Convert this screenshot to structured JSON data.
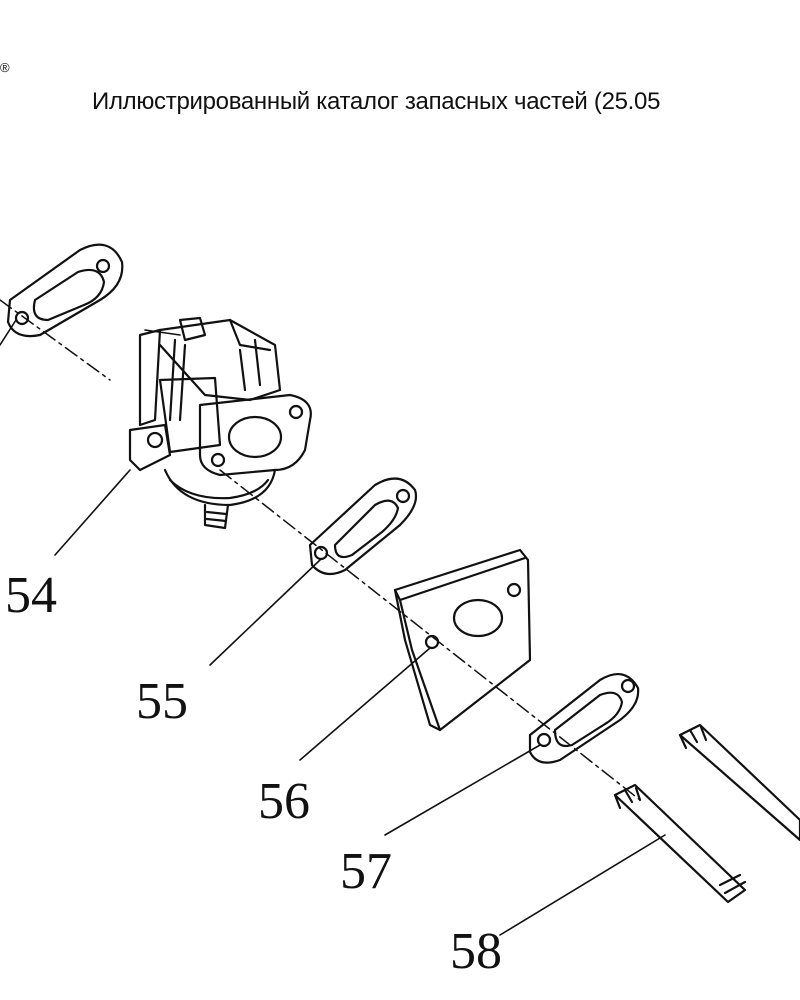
{
  "header": {
    "registered_mark": "®",
    "title": "Иллюстрированный каталог запасных частей (25.05"
  },
  "diagram": {
    "callouts": [
      "54",
      "55",
      "56",
      "57",
      "58"
    ],
    "parts": [
      "gasket-top",
      "carburetor",
      "gasket",
      "insulator-plate",
      "gasket",
      "stud"
    ]
  }
}
